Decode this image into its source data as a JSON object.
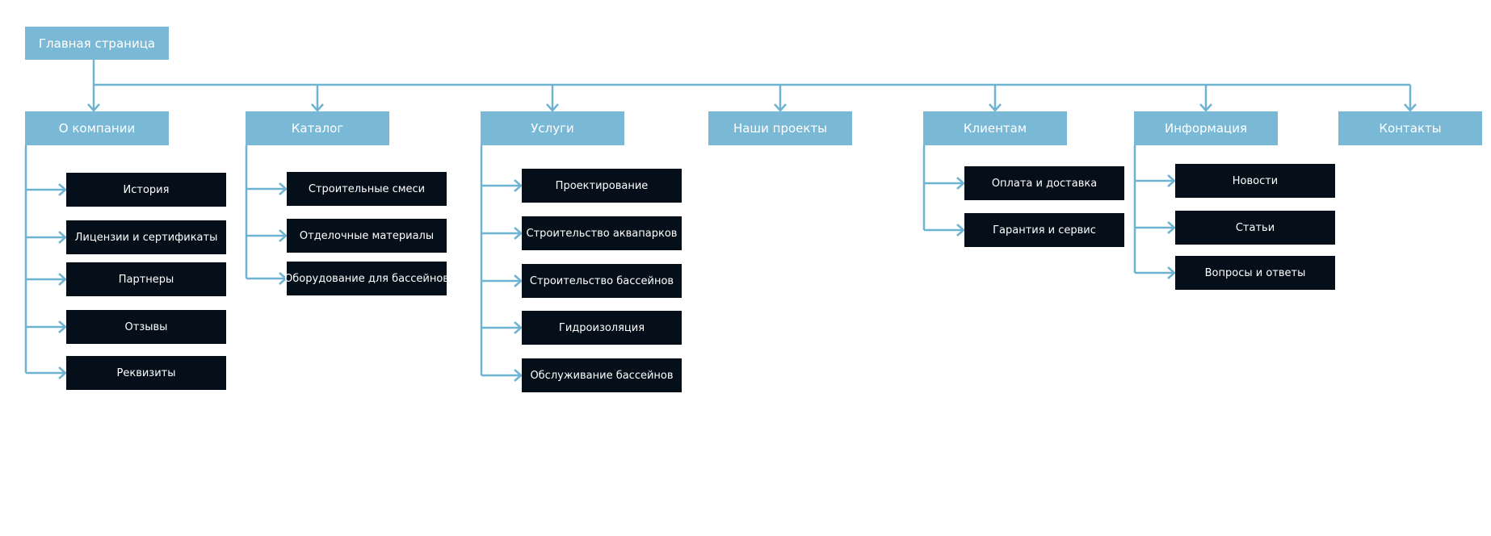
{
  "colors": {
    "section_fill": "#7ab9d6",
    "page_fill": "#040f1a",
    "connector": "#6fb3d3",
    "text": "#ffffff"
  },
  "root": {
    "label": "Главная страница"
  },
  "sections": [
    {
      "label": "О компании",
      "pages": [
        "История",
        "Лицензии и сертификаты",
        "Партнеры",
        "Отзывы",
        "Реквизиты"
      ]
    },
    {
      "label": "Каталог",
      "pages": [
        "Строительные смеси",
        "Отделочные материалы",
        "Оборудование для бассейнов"
      ]
    },
    {
      "label": "Услуги",
      "pages": [
        "Проектирование",
        "Строительство аквапарков",
        "Строительство бассейнов",
        "Гидроизоляция",
        "Обслуживание бассейнов"
      ]
    },
    {
      "label": "Наши проекты",
      "pages": []
    },
    {
      "label": "Клиентам",
      "pages": [
        "Оплата и доставка",
        "Гарантия и сервис"
      ]
    },
    {
      "label": "Информация",
      "pages": [
        "Новости",
        "Статьи",
        "Вопросы и ответы"
      ]
    },
    {
      "label": "Контакты",
      "pages": []
    }
  ]
}
